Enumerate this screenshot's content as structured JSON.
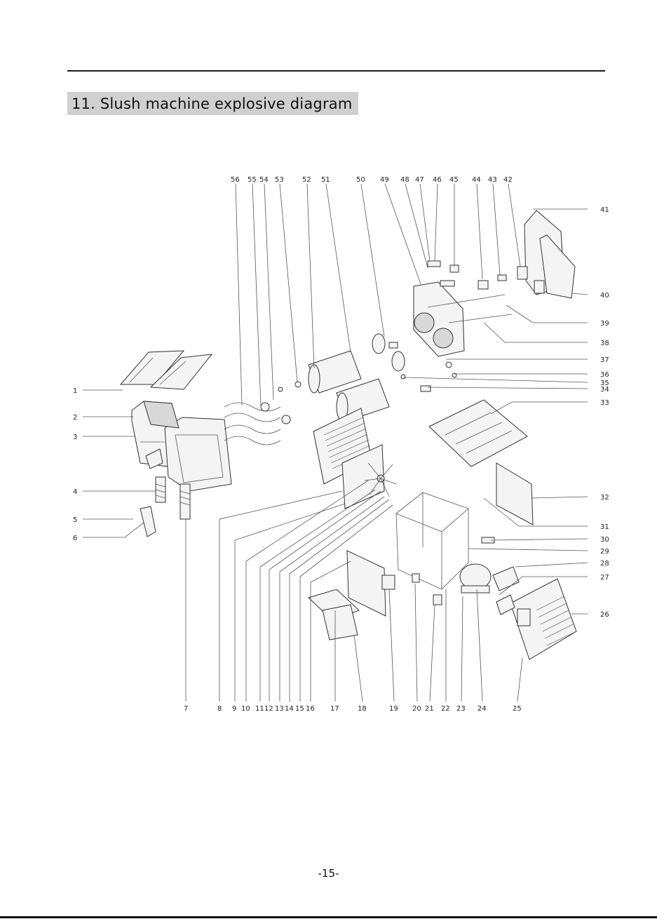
{
  "document": {
    "section_title": "11. Slush machine explosive diagram",
    "page_number": "-15-"
  },
  "diagram": {
    "top_labels": [
      "56",
      "55",
      "54",
      "53",
      "52",
      "51",
      "50",
      "49",
      "48",
      "47",
      "46",
      "45",
      "44",
      "43",
      "42"
    ],
    "right_labels": [
      "41",
      "40",
      "39",
      "38",
      "37",
      "36",
      "35",
      "34",
      "33",
      "32",
      "31",
      "30",
      "29",
      "28",
      "27",
      "26"
    ],
    "left_labels": [
      "1",
      "2",
      "3",
      "4",
      "5",
      "6"
    ],
    "bottom_labels": [
      "7",
      "8",
      "9",
      "10",
      "11",
      "12",
      "13",
      "14",
      "15",
      "16",
      "17",
      "18",
      "19",
      "20",
      "21",
      "22",
      "23",
      "24",
      "25"
    ]
  }
}
